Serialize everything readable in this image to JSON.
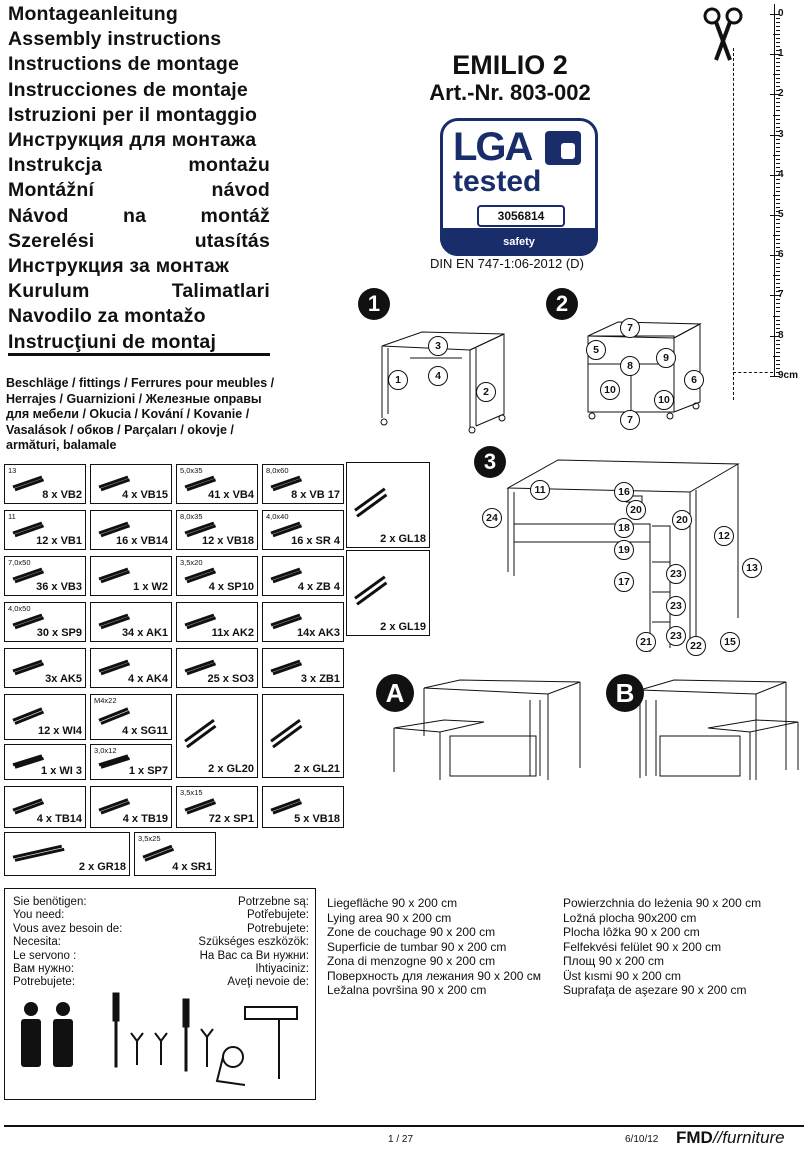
{
  "title_lines": [
    "Montageanleitung",
    "Assembly instructions",
    "Instructions de montage",
    "Instrucciones de montaje",
    "Istruzioni per il montaggio",
    "Инструкция для монтажа",
    "Instrukcja montażu",
    "Montážní návod",
    "Návod na montáž",
    "Szerelési utasítás",
    "Инструкция за монтаж",
    "Kurulum Talimatlari",
    "Navodilo za montažo",
    "Instrucţiuni de montaj"
  ],
  "model": "EMILIO 2",
  "art_nr": "Art.-Nr. 803-002",
  "lga": {
    "line1": "LGA",
    "line2": "tested",
    "number": "3056814",
    "band": "safety"
  },
  "din": "DIN EN 747-1:06-2012 (D)",
  "ruler": {
    "labels": [
      "0",
      "1",
      "2",
      "3",
      "4",
      "5",
      "6",
      "7",
      "8",
      "9cm"
    ]
  },
  "fittings_header": "Beschläge / fittings / Ferrures pour meubles / Herrajes / Guarnizioni / Железные оправы для мебели / Okucia / Kování / Kovanie / Vasalások / обков / Parçaları / okovje / armături, balamale",
  "parts": [
    {
      "dim": "13",
      "qty": "8 x VB2"
    },
    {
      "dim": "",
      "qty": "4 x VB15"
    },
    {
      "dim": "5,0x35",
      "qty": "41 x VB4"
    },
    {
      "dim": "8,0x60",
      "qty": "8 x VB 17"
    },
    {
      "dim": "11",
      "qty": "12 x VB1"
    },
    {
      "dim": "",
      "qty": "16 x VB14"
    },
    {
      "dim": "8,0x35",
      "qty": "12 x VB18"
    },
    {
      "dim": "4,0x40",
      "qty": "16 x SR 4"
    },
    {
      "dim": "7,0x50",
      "qty": "36 x VB3"
    },
    {
      "dim": "",
      "qty": "1 x W2"
    },
    {
      "dim": "3,5x20",
      "qty": "4 x SP10"
    },
    {
      "dim": "",
      "qty": "4 x ZB 4"
    },
    {
      "dim": "4,0x50",
      "qty": "30 x SP9"
    },
    {
      "dim": "",
      "qty": "34 x AK1"
    },
    {
      "dim": "",
      "qty": "11x AK2"
    },
    {
      "dim": "",
      "qty": "14x AK3"
    },
    {
      "dim": "",
      "qty": "3x AK5"
    },
    {
      "dim": "",
      "qty": "4 x AK4"
    },
    {
      "dim": "",
      "qty": "25 x SO3"
    },
    {
      "dim": "",
      "qty": "3 x ZB1"
    },
    {
      "dim": "",
      "qty": "12 x WI4"
    },
    {
      "dim": "M4x22",
      "qty": "4 x SG11"
    },
    {
      "dim": "",
      "qty": "2 x GL20"
    },
    {
      "dim": "",
      "qty": "2 x GL21"
    },
    {
      "dim": "",
      "qty": "1 x WI 3"
    },
    {
      "dim": "3,0x12",
      "qty": "1 x SP7"
    },
    {
      "dim": "",
      "qty": "4 x TB14"
    },
    {
      "dim": "",
      "qty": "4 x TB19"
    },
    {
      "dim": "3,5x15",
      "qty": "72 x SP1"
    },
    {
      "dim": "",
      "qty": "5 x VB18"
    },
    {
      "dim": "",
      "qty": "2 x GR18"
    },
    {
      "dim": "3,5x25",
      "qty": "4 x SR1"
    },
    {
      "dim": "",
      "qty": "2 x GL18"
    },
    {
      "dim": "",
      "qty": "2 x GL19"
    }
  ],
  "steps": {
    "s1": "1",
    "s2": "2",
    "s3": "3",
    "a": "A",
    "b": "B"
  },
  "callouts": {
    "s1": [
      "1",
      "3",
      "4",
      "2"
    ],
    "s2": [
      "5",
      "7",
      "8",
      "9",
      "6",
      "10",
      "10",
      "7"
    ],
    "s3": [
      "11",
      "16",
      "20",
      "18",
      "20",
      "19",
      "12",
      "24",
      "17",
      "23",
      "23",
      "13",
      "21",
      "23",
      "22",
      "15"
    ]
  },
  "needs": {
    "left": [
      "Sie benötigen:",
      "You need:",
      "Vous avez besoin de:",
      "Necesita:",
      "Le servono :",
      "Вам нужно:",
      "Potrebujete:"
    ],
    "right": [
      "Potrzebne są:",
      "Potřebujete:",
      "Potrebujete:",
      "Szükséges eszközök:",
      "На Вас са Ви нужни:",
      "Ihtiyaciniz:",
      "Aveţi nevoie de:"
    ]
  },
  "lying1": [
    "Liegefläche 90 x 200 cm",
    "Lying area 90 x 200 cm",
    "Zone de couchage 90 x 200 cm",
    "Superficie de tumbar 90 x 200 cm",
    "Zona di menzogne 90 x 200 cm",
    "Поверхность для лежания 90 x 200 см",
    "Ležalna površina 90 x 200 cm"
  ],
  "lying2": [
    "Powierzchnia do leżenia 90 x 200 cm",
    "Ložná plocha 90x200 cm",
    "Plocha lôžka 90 x 200 cm",
    "Felfekvési felület 90 x 200 cm",
    "Площ 90 x 200 cm",
    "Üst kısmi 90 x 200 cm",
    "Suprafaţa de aşezare 90 x 200 cm"
  ],
  "footer": {
    "page": "1 / 27",
    "date": "6/10/12",
    "brand_bold": "FMD",
    "brand_rest": "//furniture"
  }
}
